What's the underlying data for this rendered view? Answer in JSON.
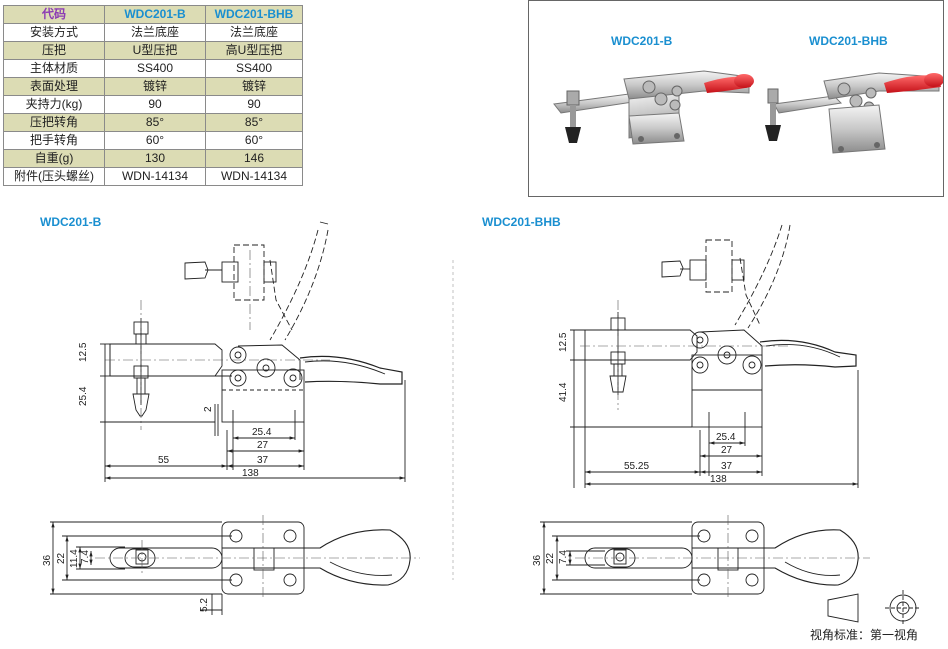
{
  "spec_table": {
    "header": {
      "label": "代码",
      "col1": "WDC201-B",
      "col2": "WDC201-BHB"
    },
    "rows": [
      {
        "label": "安装方式",
        "v1": "法兰底座",
        "v2": "法兰底座"
      },
      {
        "label": "压把",
        "v1": "U型压把",
        "v2": "高U型压把"
      },
      {
        "label": "主体材质",
        "v1": "SS400",
        "v2": "SS400"
      },
      {
        "label": "表面处理",
        "v1": "镀锌",
        "v2": "镀锌"
      },
      {
        "label": "夹持力(kg)",
        "v1": "90",
        "v2": "90"
      },
      {
        "label": "压把转角",
        "v1": "85°",
        "v2": "85°"
      },
      {
        "label": "把手转角",
        "v1": "60°",
        "v2": "60°"
      },
      {
        "label": "自重(g)",
        "v1": "130",
        "v2": "146"
      },
      {
        "label": "附件(压头螺丝)",
        "v1": "WDN-14134",
        "v2": "WDN-14134"
      }
    ]
  },
  "photos": {
    "left_label": "WDC201-B",
    "right_label": "WDC201-BHB"
  },
  "drawing_left": {
    "title": "WDC201-B",
    "dims": {
      "h_top": "12.5",
      "h_body": "25.4",
      "gap": "2",
      "d_25_4": "25.4",
      "d_27": "27",
      "d_37": "37",
      "d_55": "55",
      "d_138": "138",
      "p_36": "36",
      "p_22": "22",
      "p_11_4": "11.4",
      "p_7_4": "7.4",
      "p_5_2": "5.2"
    }
  },
  "drawing_right": {
    "title": "WDC201-BHB",
    "dims": {
      "h_top": "12.5",
      "h_body": "41.4",
      "d_25_4": "25.4",
      "d_27": "27",
      "d_37": "37",
      "d_55_25": "55.25",
      "d_138": "138",
      "p_36": "36",
      "p_22": "22",
      "p_7_4": "7.4"
    }
  },
  "projection_note": "视角标准：第一视角",
  "colors": {
    "accent_blue": "#1a8fd0",
    "header_purple": "#8c3cb4",
    "row_tint": "#dcdcb4",
    "handle_red": "#e0242c"
  }
}
